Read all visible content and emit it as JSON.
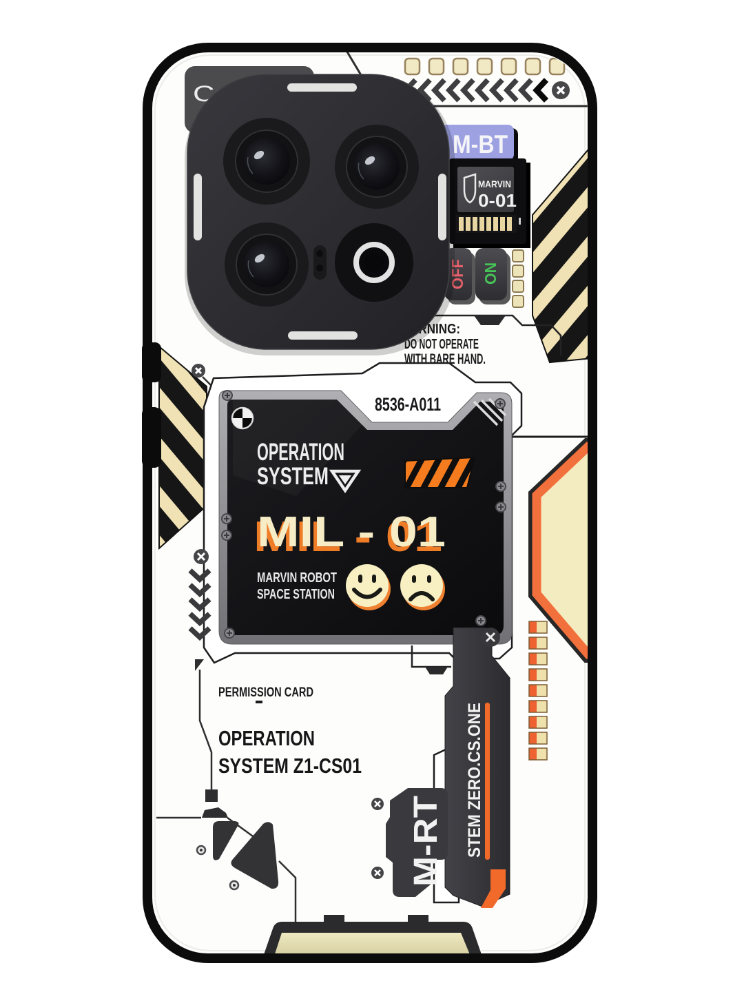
{
  "photo": {
    "subject": "printed glass phone case with robotic HUD artwork",
    "background_color": "#ffffff"
  },
  "case": {
    "camera_label": "Caution",
    "bt_module": {
      "title": "M-BT",
      "screen_name": "MARVIN",
      "screen_code": "0-01",
      "switch_off": "OFF",
      "switch_on": "ON"
    },
    "warning": {
      "line1": "WARNING:",
      "line2": "DO NOT OPERATE",
      "line3": "WITH BARE HAND."
    },
    "os_panel": {
      "serial": "8536-A011",
      "title_line1": "OPERATION",
      "title_line2": "SYSTEM",
      "model": "MIL - 01",
      "subtitle_line1": "MARVIN ROBOT",
      "subtitle_line2": "SPACE STATION"
    },
    "permission_card": {
      "title": "PERMISSION CARD",
      "line1": "OPERATION",
      "line2": "SYSTEM Z1-CS01"
    },
    "side_tags": {
      "m_rt": "M-RT",
      "stem": "STEM ZERO.CS.ONE"
    }
  },
  "colors": {
    "rim_black": "#0c0c0c",
    "module_charcoal": "#2c2c30",
    "accent_orange": "#f2703c",
    "stripe_cream": "#f0e2b4",
    "panel_cream": "#f6ecc5",
    "periwinkle": "#9da1e2",
    "switch_off_red": "#e4606a",
    "switch_on_green": "#46c457",
    "panel_black": "#121214",
    "frame_gray": "#96969a",
    "chin_khaki": "#d9d3a6"
  }
}
